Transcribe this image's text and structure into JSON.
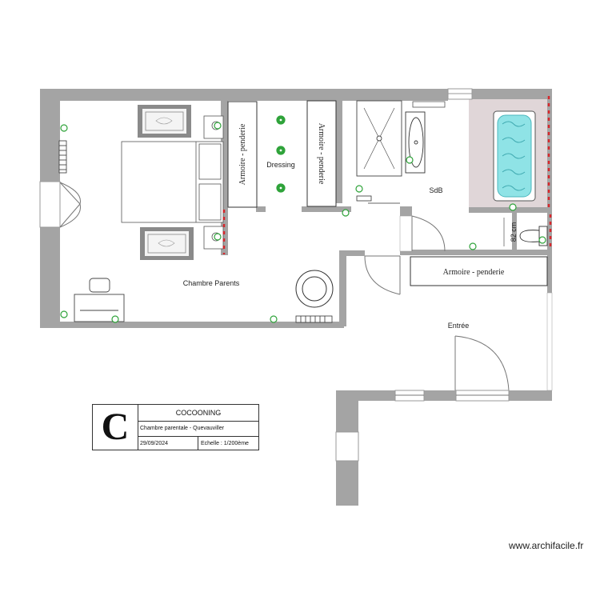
{
  "rooms": {
    "chambre": "Chambre Parents",
    "dressing": "Dressing",
    "sdb": "SdB",
    "entree": "Entrée"
  },
  "furniture": {
    "armoire_left": "Armoire - penderie",
    "armoire_dressing": "Armoire - penderie",
    "armoire_entree": "Armoire - penderie"
  },
  "dimension_label": "82 cm",
  "cartouche": {
    "logo": "C",
    "title": "COCOONING",
    "subtitle": "Chambre parentale - Quevauviller",
    "date": "29/09/2024",
    "scale": "Echelle : 1/200ème"
  },
  "watermark": "www.archifacile.fr",
  "colors": {
    "wall": "#a4a4a4",
    "bath_floor": "#e0d6d8",
    "electric": "#2fa33a",
    "red_marker": "#d6262b",
    "bath_water": "#8fe3e6"
  }
}
